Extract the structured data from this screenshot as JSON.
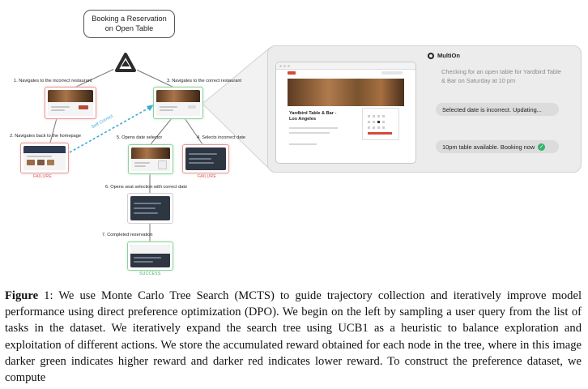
{
  "figure": {
    "title_line1": "Booking a Reservation",
    "title_line2": "on Open Table",
    "steps": {
      "s1": "1. Navigates to the incorrect restaurant",
      "s2": "2. Navigates back to the homepage",
      "s3": "3. Navigates to the correct restaurant",
      "s4": "4. Selects incorrect date",
      "s5": "5. Opens date selector",
      "s6": "6. Opens seat selection with correct date",
      "s7": "7. Completed reservation"
    },
    "self_correct": "Self Correct",
    "failure_label": "FAILURE",
    "success_label": "SUCCESS",
    "colors": {
      "green": "#8fd19e",
      "red": "#e49a9a",
      "arrow_blue": "#3aa9d8",
      "success_green": "#35b36b",
      "error_red": "#e05a4f"
    }
  },
  "agent_panel": {
    "brand": "MultiOn",
    "restaurant_title": "Yardbird Table & Bar - Los Angeles",
    "messages": [
      "Checking for an open table for Yardbird Table & Bar on Saturday at 10 pm",
      "Selected date is incorrect. Updating...",
      "10pm table available. Booking now"
    ]
  },
  "caption": {
    "label": "Figure",
    "number": "1:",
    "text": "We use Monte Carlo Tree Search (MCTS) to guide trajectory collection and iteratively improve model performance using direct preference optimization (DPO). We begin on the left by sampling a user query from the list of tasks in the dataset. We iteratively expand the search tree using UCB1 as a heuristic to balance exploration and exploitation of different actions. We store the accumulated reward obtained for each node in the tree, where in this image darker green indicates higher reward and darker red indicates lower reward. To construct the preference dataset, we compute"
  }
}
